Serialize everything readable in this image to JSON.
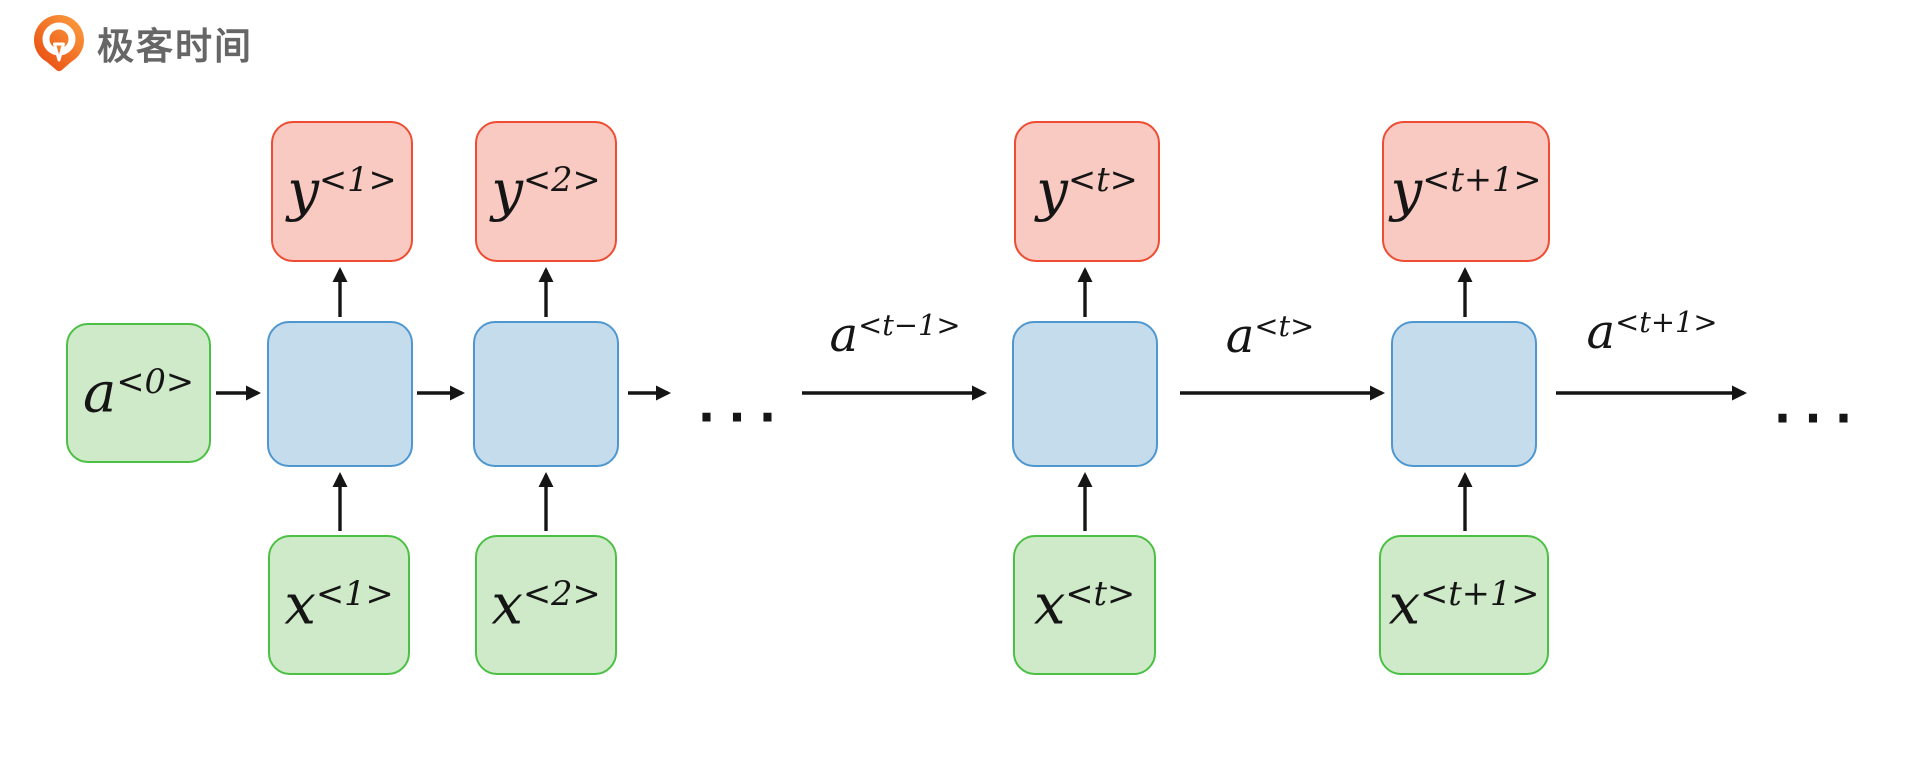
{
  "logo": {
    "text": "极客时间",
    "icon": "geektime-pin-icon"
  },
  "diagram": {
    "type": "rnn-unrolled-sequence-diagram",
    "colors": {
      "input_fill": "#cfeac9",
      "input_border": "#4cc044",
      "hidden_fill": "#c5dcec",
      "hidden_border": "#4e97cf",
      "output_fill": "#f8cac1",
      "output_border": "#ee4c33",
      "arrow": "#151515",
      "node_text": "#151515",
      "logo_text": "#666666"
    },
    "nodes": {
      "a0": {
        "base": "a",
        "sup": "<0>"
      },
      "y1": {
        "base": "y",
        "sup": "<1>"
      },
      "y2": {
        "base": "y",
        "sup": "<2>"
      },
      "yt": {
        "base": "y",
        "sup": "<t>"
      },
      "yt1": {
        "base": "y",
        "sup": "<t+1>"
      },
      "x1": {
        "base": "x",
        "sup": "<1>"
      },
      "x2": {
        "base": "x",
        "sup": "<2>"
      },
      "xt": {
        "base": "x",
        "sup": "<t>"
      },
      "xt1": {
        "base": "x",
        "sup": "<t+1>"
      }
    },
    "arrow_labels": {
      "a_t_minus_1": {
        "base": "a",
        "sup": "<t−1>"
      },
      "a_t": {
        "base": "a",
        "sup": "<t>"
      },
      "a_t_plus_1": {
        "base": "a",
        "sup": "<t+1>"
      }
    },
    "ellipsis": "···"
  }
}
